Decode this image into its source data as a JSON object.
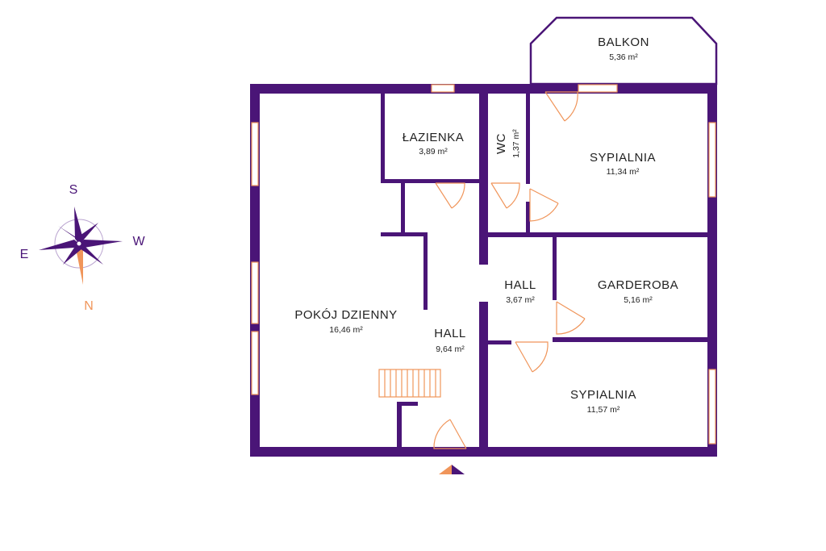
{
  "rooms": [
    {
      "id": "balkon",
      "name": "BALKON",
      "area": "5,36 m²"
    },
    {
      "id": "lazienka",
      "name": "ŁAZIENKA",
      "area": "3,89 m²"
    },
    {
      "id": "wc",
      "name": "WC",
      "area": "1,37 m²"
    },
    {
      "id": "sypialnia-1",
      "name": "SYPIALNIA",
      "area": "11,34 m²"
    },
    {
      "id": "pokoj-dzienny",
      "name": "POKÓJ DZIENNY",
      "area": "16,46 m²"
    },
    {
      "id": "hall-main",
      "name": "HALL",
      "area": "9,64 m²"
    },
    {
      "id": "hall-small",
      "name": "HALL",
      "area": "3,67 m²"
    },
    {
      "id": "garderoba",
      "name": "GARDEROBA",
      "area": "5,16 m²"
    },
    {
      "id": "sypialnia-2",
      "name": "SYPIALNIA",
      "area": "11,57 m²"
    }
  ],
  "compass": {
    "north": "N",
    "south": "S",
    "east": "E",
    "west": "W"
  },
  "colors": {
    "wall": "#4a1577",
    "accent": "#f0955a",
    "compass_letters": "#4a1577",
    "compass_north": "#f0955a"
  }
}
